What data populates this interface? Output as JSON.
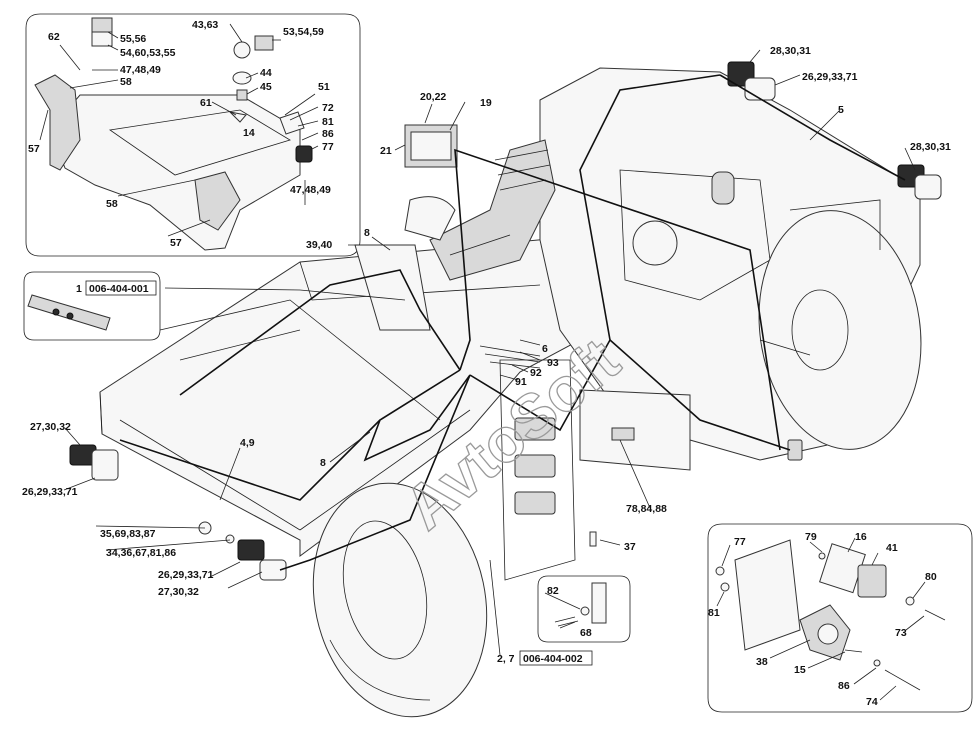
{
  "diagram": {
    "watermark": "AvtoSoft",
    "references": [
      {
        "prefix": "1",
        "code": "006-404-001"
      },
      {
        "prefix": "2, 7",
        "code": "006-404-002"
      }
    ],
    "labels": {
      "l62": "62",
      "l5556": "55,56",
      "l54605355": "54,60,53,55",
      "l474849a": "47,48,49",
      "l58a": "58",
      "l57a": "57",
      "l58b": "58",
      "l57b": "57",
      "l61": "61",
      "l14": "14",
      "l4363": "43,63",
      "l44": "44",
      "l45": "45",
      "l535459": "53,54,59",
      "l51": "51",
      "l72": "72",
      "l81a": "81",
      "l86a": "86",
      "l77a": "77",
      "l474849b": "47,48,49",
      "l2022": "20,22",
      "l19": "19",
      "l21": "21",
      "l8a": "8",
      "l3940": "39,40",
      "l283031a": "28,30,31",
      "l26293371a": "26,29,33,71",
      "l5": "5",
      "l283031b": "28,30,31",
      "l6": "6",
      "l93": "93",
      "l92": "92",
      "l91": "91",
      "l8b": "8",
      "l49": "4,9",
      "l273032a": "27,30,32",
      "l26293371b": "26,29,33,71",
      "l35698387": "35,69,83,87",
      "l3436678186": "34,36,67,81,86",
      "l26293371c": "26,29,33,71",
      "l273032b": "27,30,32",
      "l788488": "78,84,88",
      "l37": "37",
      "l82": "82",
      "l68": "68",
      "l77b": "77",
      "l79": "79",
      "l16": "16",
      "l41": "41",
      "l80": "80",
      "l81b": "81",
      "l73": "73",
      "l38": "38",
      "l15": "15",
      "l86b": "86",
      "l74": "74"
    }
  }
}
